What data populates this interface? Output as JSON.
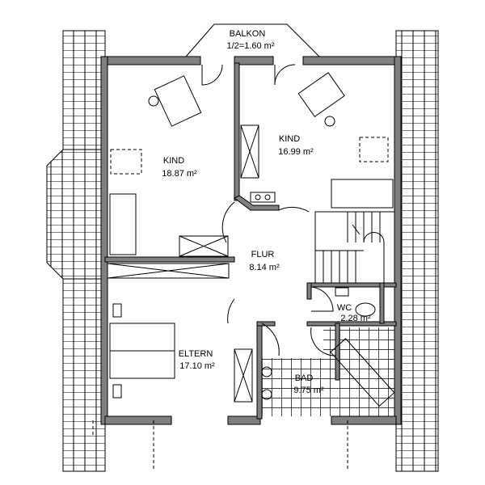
{
  "plan": {
    "balcony": {
      "name": "BALKON",
      "area": "1/2=1.60 m²"
    },
    "rooms": [
      {
        "name": "KIND",
        "area": "18.87 m²"
      },
      {
        "name": "KIND",
        "area": "16.99 m²"
      },
      {
        "name": "FLUR",
        "area": "8.14 m²"
      },
      {
        "name": "WC",
        "area": "2.28 m²"
      },
      {
        "name": "ELTERN",
        "area": "17.10 m²"
      },
      {
        "name": "BAD",
        "area": "9.75 m²"
      }
    ],
    "colors": {
      "wall": "#808080",
      "line": "#000000",
      "background": "#ffffff"
    }
  }
}
